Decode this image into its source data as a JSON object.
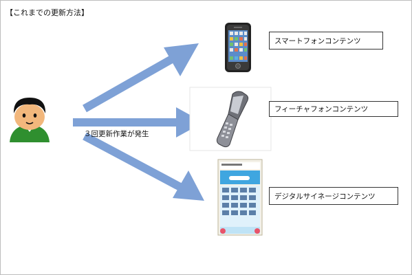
{
  "title": "【これまでの更新方法】",
  "note": "３回更新作業が発生",
  "targets": [
    {
      "label": "スマートフォンコンテンツ",
      "icon": "smartphone-icon"
    },
    {
      "label": "フィーチャフォンコンテンツ",
      "icon": "flip-phone-icon"
    },
    {
      "label": "デジタルサイネージコンテンツ",
      "icon": "signage-display-icon"
    }
  ],
  "colors": {
    "arrow": "#7ea1d6",
    "user_hair": "#111111",
    "user_face": "#f2b77c",
    "user_shirt": "#2f8f2f"
  }
}
